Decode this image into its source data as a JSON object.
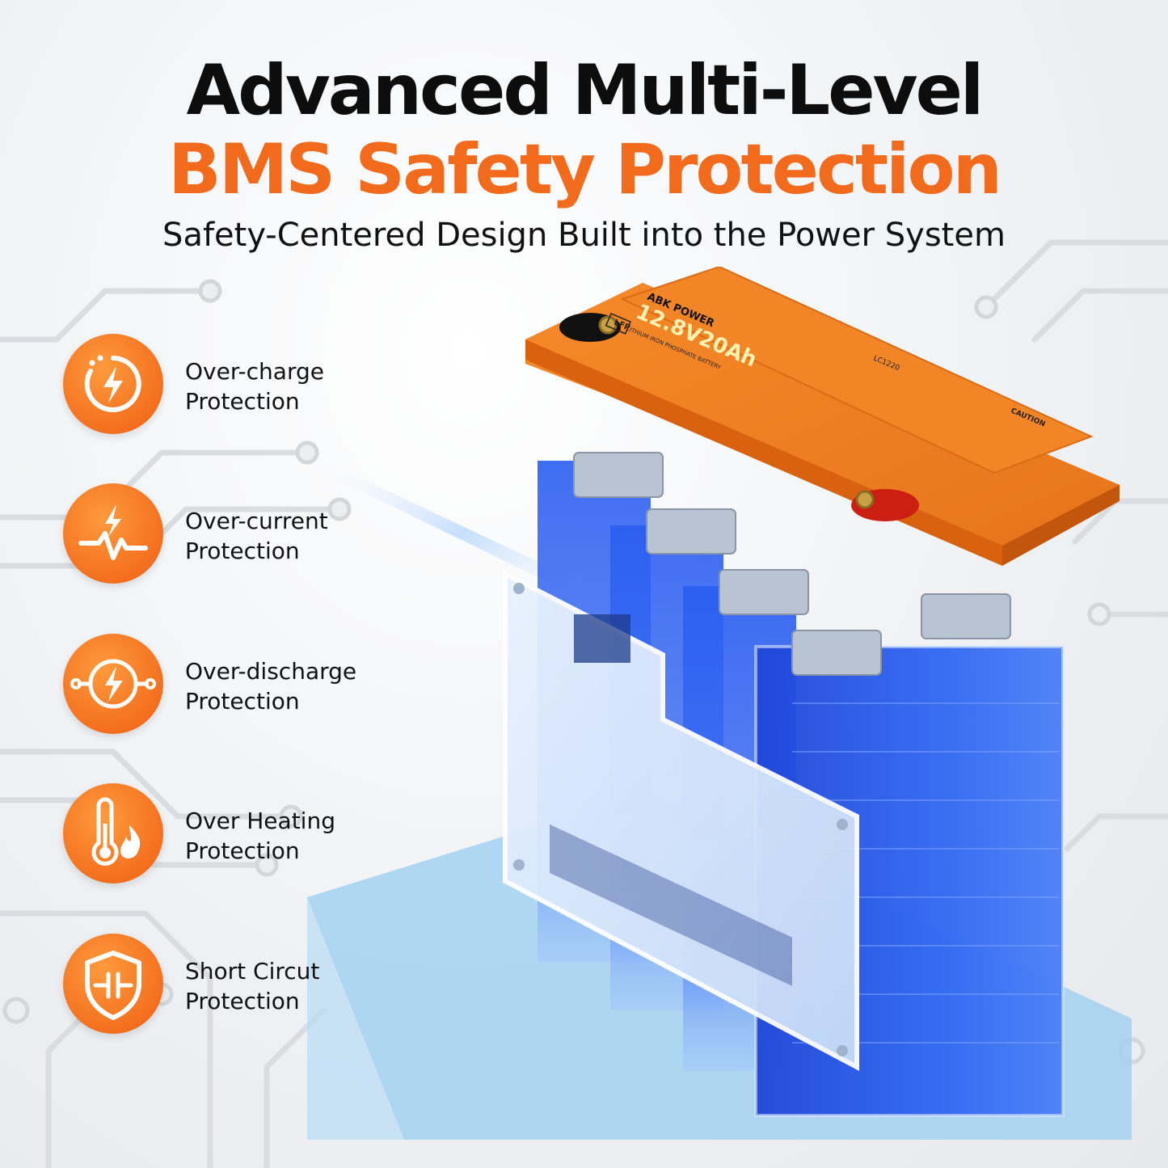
{
  "headline": {
    "line1": "Advanced Multi-Level",
    "line2": "BMS Safety Protection",
    "subtitle": "Safety-Centered Design Built into the Power System"
  },
  "features": [
    {
      "title": "Over-charge",
      "label": "Protection",
      "icon": "timer-bolt-icon"
    },
    {
      "title": "Over-current",
      "label": "Protection",
      "icon": "bolt-pulse-icon"
    },
    {
      "title": "Over-discharge",
      "label": "Protection",
      "icon": "bolt-circuit-icon"
    },
    {
      "title": "Over Heating",
      "label": "Protection",
      "icon": "thermometer-flame-icon"
    },
    {
      "title": "Short Circut",
      "label": "Protection",
      "icon": "shield-circuit-icon"
    }
  ],
  "battery": {
    "brand": "ABK POWER",
    "rating": "12.8V20Ah",
    "tagline": "LITHIUM IRON PHOSPHATE BATTERY",
    "chem": "LFP",
    "model": "LC1220",
    "caution": "CAUTION"
  },
  "colors": {
    "orange": "#F26A1B",
    "orange_light": "#FF9A3C",
    "headline_dark": "#0d0d0d",
    "cell_blue": "#2a5ef0"
  }
}
